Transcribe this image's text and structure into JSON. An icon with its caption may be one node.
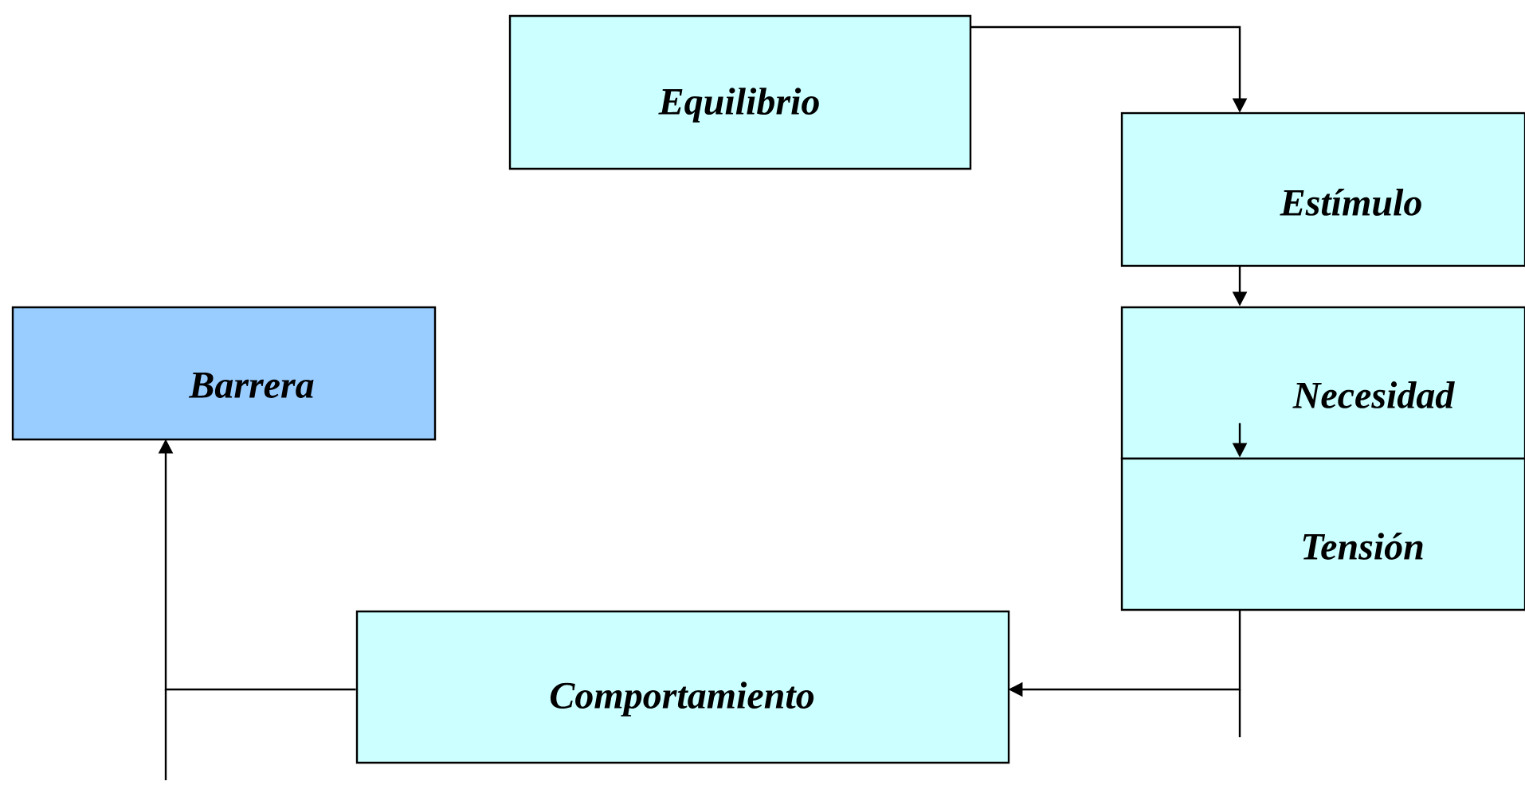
{
  "diagram": {
    "nodes": [
      {
        "text": [
          "Equilibrio"
        ]
      },
      {
        "text": [
          "Estímulo"
        ]
      },
      {
        "text": [
          "Necesidad"
        ]
      },
      {
        "text": [
          "Tensión"
        ]
      },
      {
        "text": [
          "Barrera"
        ]
      },
      {
        "text": [
          "Comportamiento"
        ]
      }
    ],
    "edges": [
      {
        "from": 0,
        "to": 1,
        "arrow": "to"
      },
      {
        "from": 1,
        "to": 2,
        "arrow": "to"
      },
      {
        "from": 2,
        "to": 3,
        "arrow": "to"
      },
      {
        "from": 3,
        "to": 5,
        "arrow": "to"
      },
      {
        "from": 5,
        "to": 4,
        "arrow": "to"
      }
    ]
  }
}
